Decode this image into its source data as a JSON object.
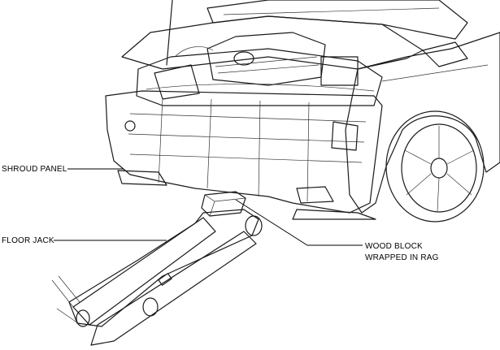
{
  "figure": {
    "callouts": [
      {
        "key": "shroud",
        "label": "SHROUD PANEL"
      },
      {
        "key": "jack",
        "label": "FLOOR JACK"
      },
      {
        "key": "block",
        "line1": "WOOD BLOCK",
        "line2": "WRAPPED IN RAG"
      }
    ],
    "colors": {
      "body_paint": "#e6e6e6",
      "shroud_panel": "#b0b0b0",
      "engine_dark": "#6b6b6b",
      "tire": "#8c8c8c",
      "wheel_rim": "#d4d4d4",
      "jack": "#f4f4f4",
      "wood_block": "#cfcfcf",
      "line_ink": "#1a1a1a"
    }
  }
}
